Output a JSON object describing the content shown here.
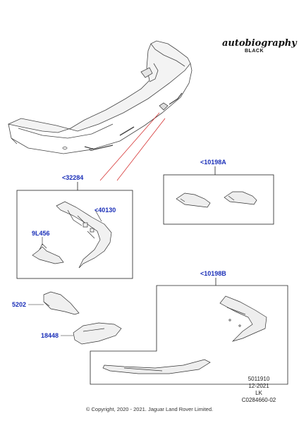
{
  "brand": {
    "title": "autobiography",
    "subtitle": "BLACK"
  },
  "parts": {
    "p32284": "<32284",
    "p40130": "<40130",
    "p9L456": "9L456",
    "p10198A": "<10198A",
    "p5202": "5202",
    "p18448": "18448",
    "p10198B": "<10198B"
  },
  "meta": {
    "line1": "5011910",
    "line2": "12-2021",
    "line3": "LK",
    "line4": "C0284660-02"
  },
  "copyright": "© Copyright, 2020 - 2021. Jaguar Land Rover Limited.",
  "colors": {
    "label_blue": "#1a2fb8",
    "leader_red": "#d22020",
    "line": "#333333"
  }
}
